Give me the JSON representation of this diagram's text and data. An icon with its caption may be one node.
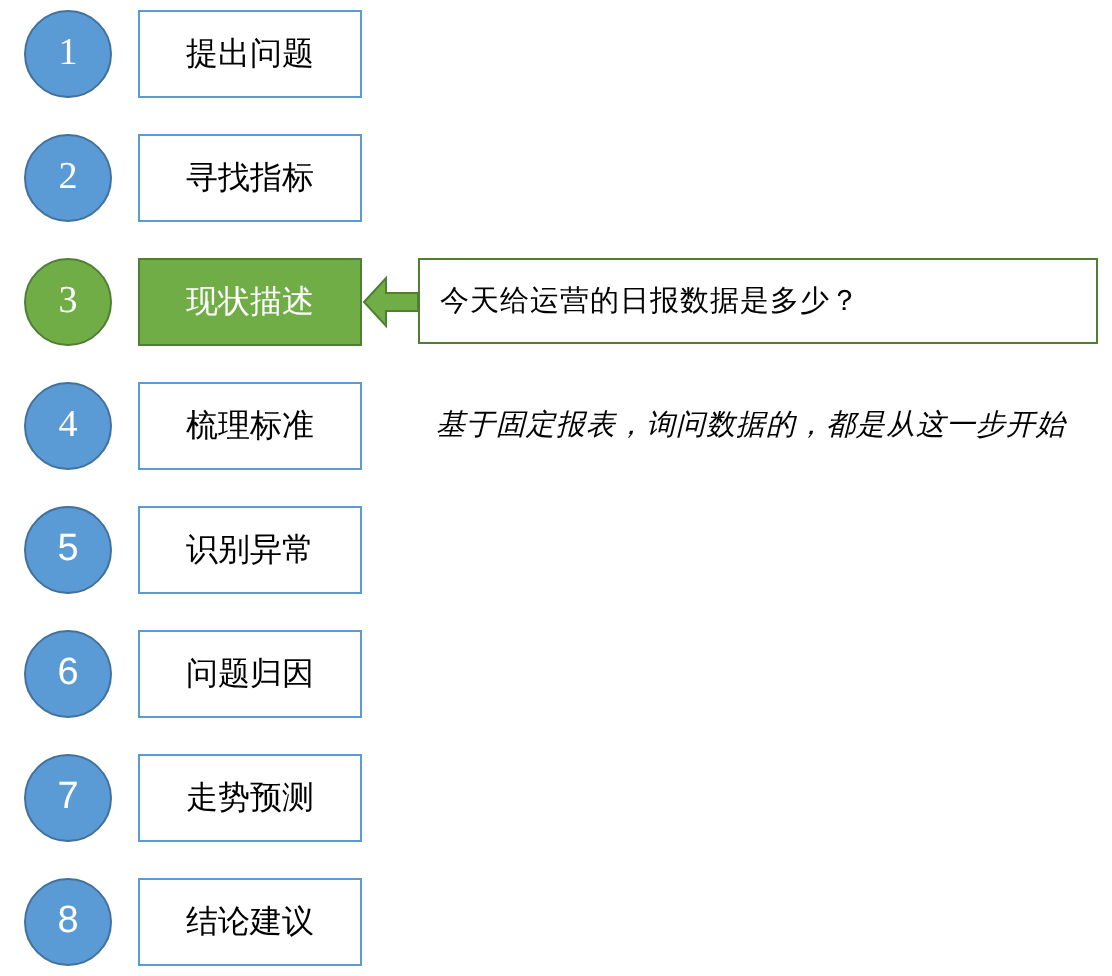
{
  "diagram": {
    "nodes": [
      {
        "text": [
          "1"
        ]
      },
      {
        "text": [
          "提出问题"
        ]
      },
      {
        "text": [
          "2"
        ]
      },
      {
        "text": [
          "寻找指标"
        ]
      },
      {
        "text": [
          "3"
        ]
      },
      {
        "text": [
          "现状描述"
        ]
      },
      {
        "text": [
          "今天给运营的日报数据是多少？"
        ]
      },
      {
        "text": [
          "4"
        ]
      },
      {
        "text": [
          "梳理标准"
        ]
      },
      {
        "text": [
          "5"
        ]
      },
      {
        "text": [
          "识别异常"
        ]
      },
      {
        "text": [
          "6"
        ]
      },
      {
        "text": [
          "问题归因"
        ]
      },
      {
        "text": [
          "7"
        ]
      },
      {
        "text": [
          "走势预测"
        ]
      },
      {
        "text": [
          "8"
        ]
      },
      {
        "text": [
          "结论建议"
        ]
      }
    ],
    "edges": [
      {
        "from": 6,
        "to": 5,
        "arrow": "to"
      }
    ],
    "labels": [
      "基于固定报表，询问数据的，都是从这一步开始"
    ]
  }
}
